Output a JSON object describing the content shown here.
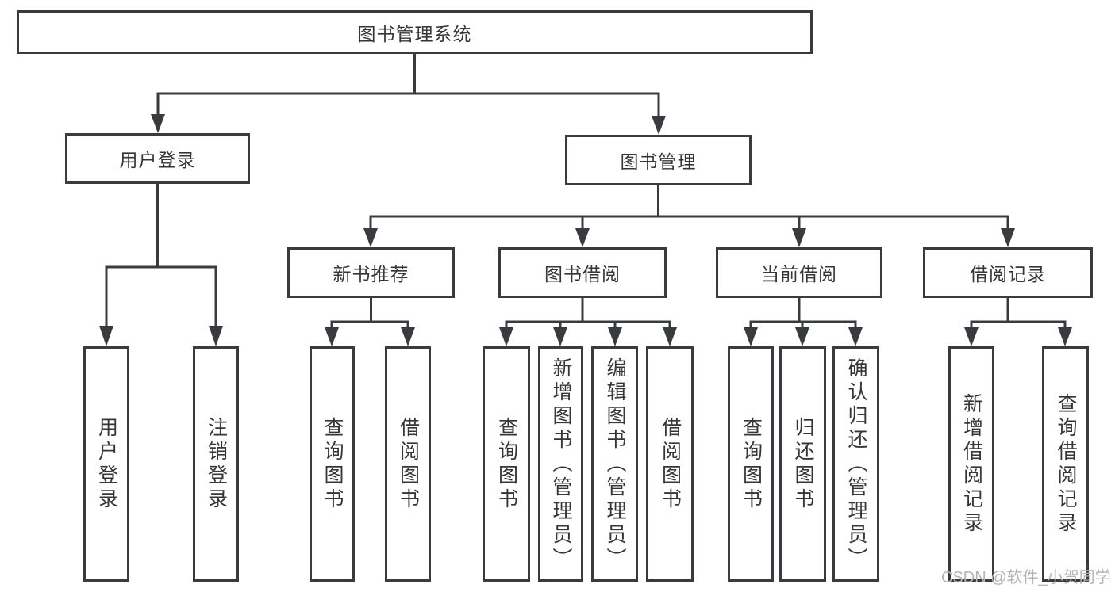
{
  "chart": {
    "title": "图书管理系统",
    "branches": [
      {
        "label": "用户登录",
        "children": [
          {
            "label": "用户登录"
          },
          {
            "label": "注销登录"
          }
        ]
      },
      {
        "label": "图书管理",
        "children": [
          {
            "label": "新书推荐",
            "children": [
              {
                "label": "查询图书"
              },
              {
                "label": "借阅图书"
              }
            ]
          },
          {
            "label": "图书借阅",
            "children": [
              {
                "label": "查询图书"
              },
              {
                "label": "新增图书（管理员）"
              },
              {
                "label": "编辑图书（管理员）"
              },
              {
                "label": "借阅图书"
              }
            ]
          },
          {
            "label": "当前借阅",
            "children": [
              {
                "label": "查询图书"
              },
              {
                "label": "归还图书"
              },
              {
                "label": "确认归还（管理员）"
              }
            ]
          },
          {
            "label": "借阅记录",
            "children": [
              {
                "label": "新增借阅记录"
              },
              {
                "label": "查询借阅记录"
              }
            ]
          }
        ]
      }
    ]
  },
  "watermark": "CSDN @软件_小贺同学",
  "colors": {
    "line": "#3a3b3f",
    "text": "#35363a",
    "watermark": "#b4b4b4",
    "background": "#ffffff"
  }
}
